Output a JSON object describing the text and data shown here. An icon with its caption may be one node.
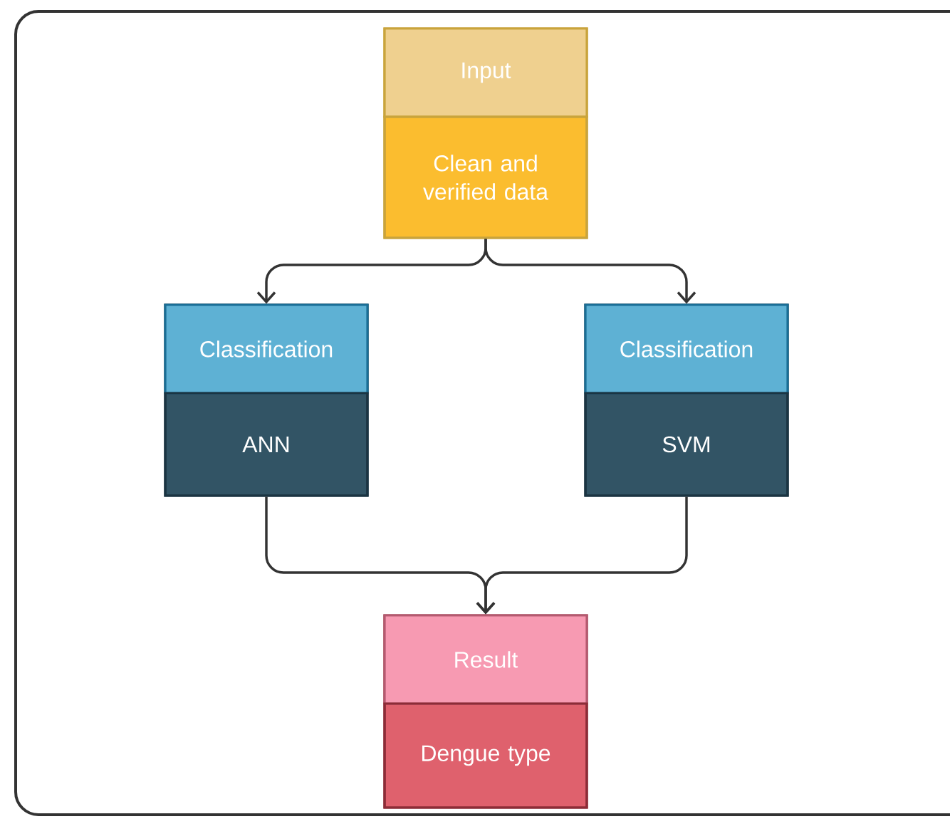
{
  "diagram": {
    "nodes": [
      {
        "text": [
          "Input",
          "Clean and verified data"
        ]
      },
      {
        "text": [
          "Classification",
          "ANN"
        ]
      },
      {
        "text": [
          "Classification",
          "SVM"
        ]
      },
      {
        "text": [
          "Result",
          "Dengue type"
        ]
      }
    ],
    "edges": [
      {
        "from": 0,
        "to": 1,
        "arrow": "to"
      },
      {
        "from": 0,
        "to": 2,
        "arrow": "to"
      },
      {
        "from": 1,
        "to": 3,
        "arrow": "to"
      },
      {
        "from": 2,
        "to": 3,
        "arrow": "to"
      }
    ]
  }
}
